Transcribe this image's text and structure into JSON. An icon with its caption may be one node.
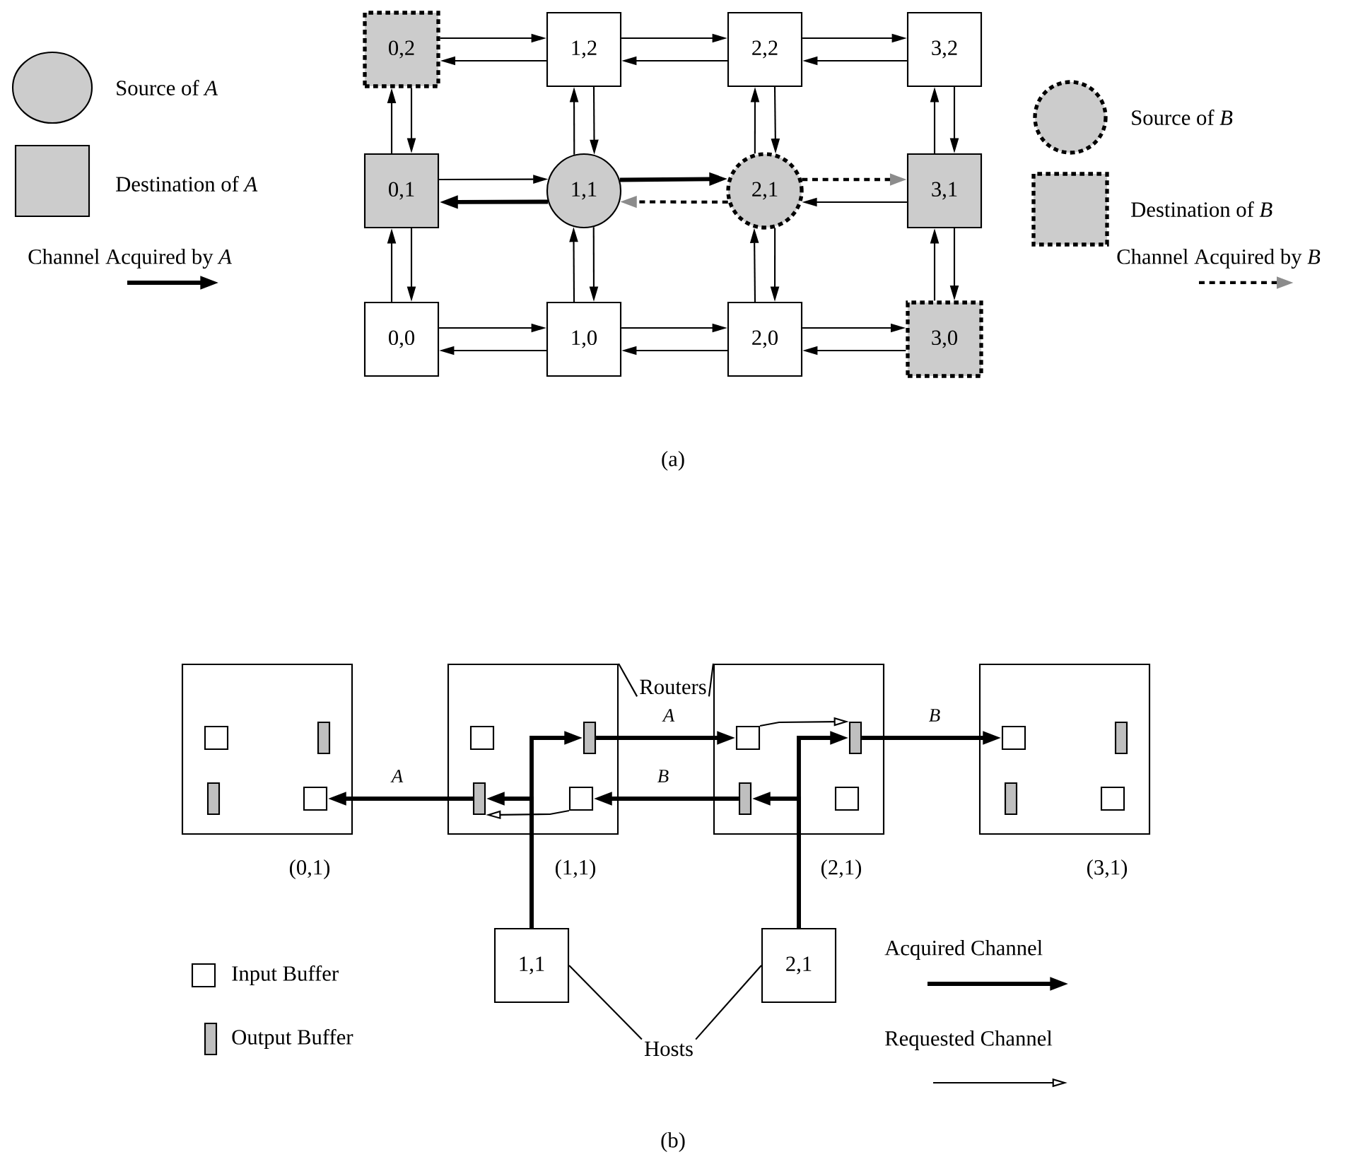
{
  "diagram": {
    "nodes": [
      {
        "text": [
          "0,2"
        ]
      },
      {
        "text": [
          "1,2"
        ]
      },
      {
        "text": [
          "2,2"
        ]
      },
      {
        "text": [
          "3,2"
        ]
      },
      {
        "text": [
          "0,1"
        ]
      },
      {
        "text": [
          "1,1"
        ]
      },
      {
        "text": [
          "2,1"
        ]
      },
      {
        "text": [
          "3,1"
        ]
      },
      {
        "text": [
          "0,0"
        ]
      },
      {
        "text": [
          "1,0"
        ]
      },
      {
        "text": [
          "2,0"
        ]
      },
      {
        "text": [
          "3,0"
        ]
      },
      {
        "text": [
          "Routers"
        ]
      },
      {
        "text": [
          "(0,1)"
        ]
      },
      {
        "text": [],
        "shape": "box",
        "in": 13
      },
      {
        "text": [],
        "shape": "bar",
        "in": 13
      },
      {
        "text": [],
        "shape": "bar",
        "in": 13
      },
      {
        "text": [],
        "shape": "box",
        "in": 13
      },
      {
        "text": [
          "(1,1)"
        ]
      },
      {
        "text": [],
        "shape": "box",
        "in": 18
      },
      {
        "text": [],
        "shape": "bar",
        "in": 18
      },
      {
        "text": [],
        "shape": "bar",
        "in": 18
      },
      {
        "text": [],
        "shape": "box",
        "in": 18
      },
      {
        "text": [
          "(2,1)"
        ]
      },
      {
        "text": [],
        "shape": "box",
        "in": 23
      },
      {
        "text": [],
        "shape": "bar",
        "in": 23
      },
      {
        "text": [],
        "shape": "bar",
        "in": 23
      },
      {
        "text": [],
        "shape": "box",
        "in": 23
      },
      {
        "text": [
          "(3,1)"
        ]
      },
      {
        "text": [],
        "shape": "box",
        "in": 28
      },
      {
        "text": [],
        "shape": "bar",
        "in": 28
      },
      {
        "text": [],
        "shape": "bar",
        "in": 28
      },
      {
        "text": [],
        "shape": "box",
        "in": 28
      },
      {
        "text": [
          "1,1"
        ]
      },
      {
        "text": [
          "2,1"
        ]
      },
      {
        "text": [
          "Hosts"
        ]
      }
    ],
    "edges": [
      {
        "from": 0,
        "to": 1,
        "arrow": "to"
      },
      {
        "from": 1,
        "to": 0,
        "arrow": "to"
      },
      {
        "from": 1,
        "to": 2,
        "arrow": "to"
      },
      {
        "from": 2,
        "to": 1,
        "arrow": "to"
      },
      {
        "from": 2,
        "to": 3,
        "arrow": "to"
      },
      {
        "from": 3,
        "to": 2,
        "arrow": "to"
      },
      {
        "from": 4,
        "to": 5,
        "arrow": "to"
      },
      {
        "from": 5,
        "to": 4,
        "arrow": "to",
        "style": "thick"
      },
      {
        "from": 5,
        "to": 6,
        "arrow": "to",
        "style": "thick"
      },
      {
        "from": 6,
        "to": 5,
        "arrow": "to",
        "style": "dashed"
      },
      {
        "from": 6,
        "to": 7,
        "arrow": "to",
        "style": "dashed"
      },
      {
        "from": 7,
        "to": 6,
        "arrow": "to"
      },
      {
        "from": 8,
        "to": 9,
        "arrow": "to"
      },
      {
        "from": 9,
        "to": 8,
        "arrow": "to"
      },
      {
        "from": 9,
        "to": 10,
        "arrow": "to"
      },
      {
        "from": 10,
        "to": 9,
        "arrow": "to"
      },
      {
        "from": 10,
        "to": 11,
        "arrow": "to"
      },
      {
        "from": 11,
        "to": 10,
        "arrow": "to"
      },
      {
        "from": 4,
        "to": 0,
        "arrow": "to"
      },
      {
        "from": 0,
        "to": 4,
        "arrow": "to"
      },
      {
        "from": 8,
        "to": 4,
        "arrow": "to"
      },
      {
        "from": 4,
        "to": 8,
        "arrow": "to"
      },
      {
        "from": 5,
        "to": 1,
        "arrow": "to"
      },
      {
        "from": 1,
        "to": 5,
        "arrow": "to"
      },
      {
        "from": 9,
        "to": 5,
        "arrow": "to"
      },
      {
        "from": 5,
        "to": 9,
        "arrow": "to"
      },
      {
        "from": 6,
        "to": 2,
        "arrow": "to"
      },
      {
        "from": 2,
        "to": 6,
        "arrow": "to"
      },
      {
        "from": 10,
        "to": 6,
        "arrow": "to"
      },
      {
        "from": 6,
        "to": 10,
        "arrow": "to"
      },
      {
        "from": 7,
        "to": 3,
        "arrow": "to"
      },
      {
        "from": 3,
        "to": 7,
        "arrow": "to"
      },
      {
        "from": 11,
        "to": 7,
        "arrow": "to"
      },
      {
        "from": 7,
        "to": 11,
        "arrow": "to"
      },
      {
        "from": 21,
        "to": 17,
        "arrow": "to",
        "style": "thick",
        "label": "A"
      },
      {
        "from": 20,
        "to": 24,
        "arrow": "to",
        "style": "thick",
        "label": "A"
      },
      {
        "from": 25,
        "to": 29,
        "arrow": "to",
        "style": "thick",
        "label": "B"
      },
      {
        "from": 26,
        "to": 22,
        "arrow": "to",
        "style": "thick",
        "label": "B"
      },
      {
        "from": 33,
        "to": 20,
        "arrow": "to",
        "style": "thick"
      },
      {
        "from": 33,
        "to": 21,
        "arrow": "to",
        "style": "thick"
      },
      {
        "from": 34,
        "to": 25,
        "arrow": "to",
        "style": "thick"
      },
      {
        "from": 34,
        "to": 26,
        "arrow": "to",
        "style": "thick"
      },
      {
        "from": 22,
        "to": 21,
        "arrow": "to"
      },
      {
        "from": 24,
        "to": 25,
        "arrow": "to"
      },
      {
        "from": 12,
        "to": 18,
        "arrow": "none"
      },
      {
        "from": 12,
        "to": 23,
        "arrow": "none"
      },
      {
        "from": 35,
        "to": 33,
        "arrow": "none"
      },
      {
        "from": 35,
        "to": 34,
        "arrow": "none"
      }
    ],
    "labels": [
      "(a)",
      "(b)"
    ],
    "legend": [
      {
        "text": "Source of *A*"
      },
      {
        "text": "Destination of *A*"
      },
      {
        "text": "Channel Acquired by *A*"
      },
      {
        "text": "Source of *B*"
      },
      {
        "text": "Destination of *B*"
      },
      {
        "text": "Channel Acquired by *B*"
      },
      {
        "text": "Input Buffer"
      },
      {
        "text": "Output Buffer"
      },
      {
        "text": "Acquired Channel"
      },
      {
        "text": "Requested Channel"
      }
    ]
  }
}
